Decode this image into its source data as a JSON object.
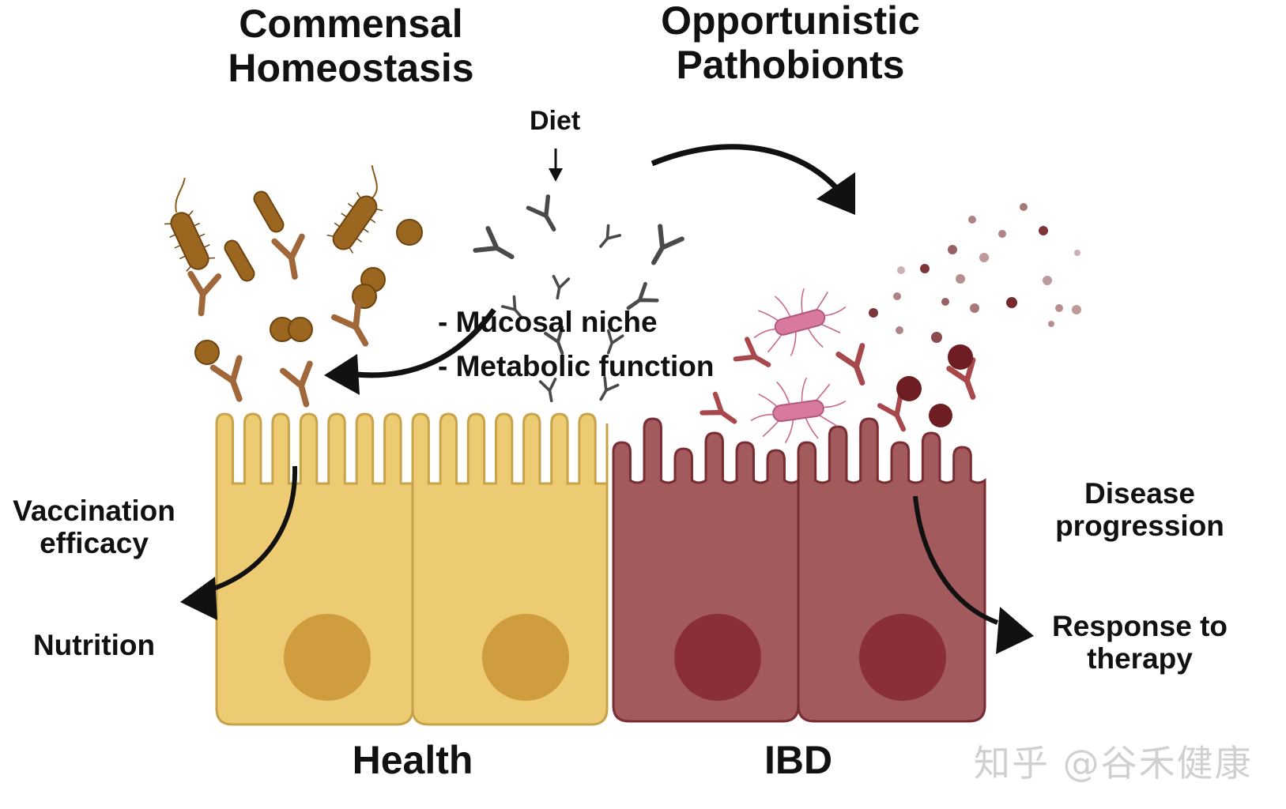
{
  "titles": {
    "commensal": "Commensal\nHomeostasis",
    "opportunistic": "Opportunistic\nPathobionts"
  },
  "labels": {
    "diet": "Diet",
    "mucosal_niche": "- Mucosal niche",
    "metabolic_function": "- Metabolic function",
    "vaccination_efficacy": "Vaccination\nefficacy",
    "nutrition": "Nutrition",
    "disease_progression": "Disease\nprogression",
    "response_to_therapy": "Response to\ntherapy",
    "health": "Health",
    "ibd": "IBD"
  },
  "watermark": "知乎 @谷禾健康",
  "colors": {
    "healthy_cell": "#EDCB72",
    "healthy_cell_border": "#C9A34A",
    "healthy_nucleus": "#CF9C3E",
    "ibd_cell": "#A35A5C",
    "ibd_cell_border": "#7A2C33",
    "ibd_nucleus": "#8A2E37",
    "commensal_bacteria": "#9A6620",
    "antibody_commensal": "#A0683A",
    "antibody_diet": "#4A4A4A",
    "pathobiont": "#D87AA0",
    "debris": "#6E1E22",
    "arrow": "#111111"
  }
}
